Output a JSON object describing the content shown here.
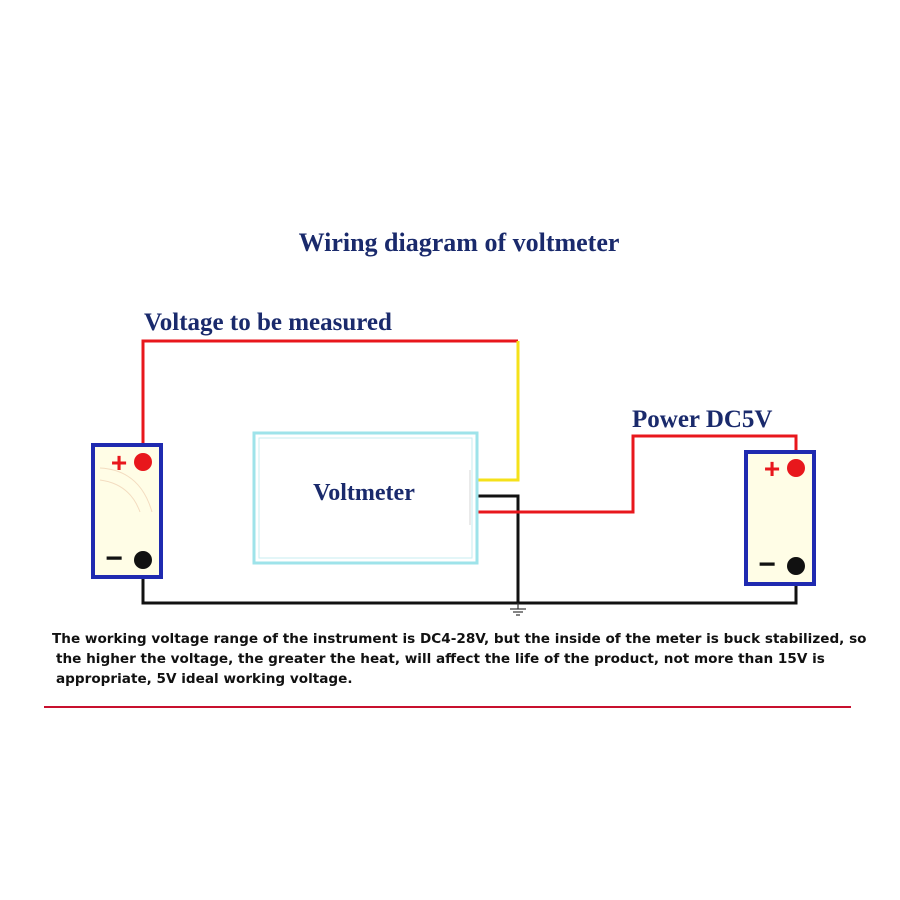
{
  "diagram": {
    "title": "Wiring diagram of voltmeter",
    "measured_label": "Voltage to be measured",
    "power_label": "Power DC5V",
    "voltmeter_label": "Voltmeter",
    "plus_sign": "+",
    "minus_sign": "−"
  },
  "note": {
    "line1": "The working voltage range of the instrument is DC4-28V, but the inside of the meter is buck stabilized, so",
    "line2": "the higher the voltage, the greater the heat, will affect the life of the product, not more than 15V is",
    "line3": "appropriate, 5V ideal working voltage."
  },
  "colors": {
    "title_text": "#1a2a6c",
    "positive_wire": "#e8171c",
    "negative_wire": "#111111",
    "signal_wire": "#f5e11a",
    "battery_border": "#1f2ab0",
    "battery_fill": "#fffde6",
    "voltmeter_border": "#9ee3ea",
    "divider": "#c8102e"
  }
}
